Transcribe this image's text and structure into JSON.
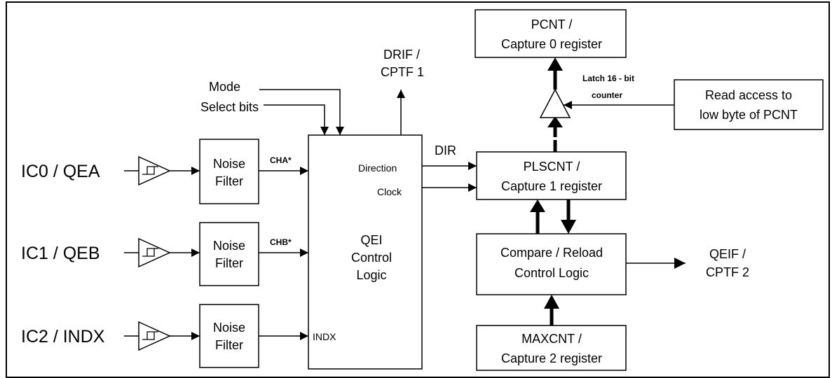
{
  "inputs": {
    "qea": "IC0 / QEA",
    "qeb": "IC1 / QEB",
    "indx": "IC2 / INDX"
  },
  "noise_filter": {
    "line1": "Noise",
    "line2": "Filter"
  },
  "signals": {
    "cha": "CHA*",
    "chb": "CHB*",
    "indx_in": "INDX",
    "direction": "Direction",
    "clock": "Clock",
    "dir": "DIR"
  },
  "mode_select": {
    "line1": "Mode",
    "line2": "Select bits"
  },
  "qei_logic": {
    "line1": "QEI",
    "line2": "Control",
    "line3": "Logic"
  },
  "drif": {
    "line1": "DRIF /",
    "line2": "CPTF 1"
  },
  "pcnt": {
    "line1": "PCNT /",
    "line2": "Capture  0  register"
  },
  "latch": {
    "line1": "Latch  16 - bit",
    "line2": "counter"
  },
  "read_access": {
    "line1": "Read access to",
    "line2": "low byte of PCNT"
  },
  "plscnt": {
    "line1": "PLSCNT /",
    "line2": "Capture  1  register"
  },
  "compare": {
    "line1": "Compare / Reload",
    "line2": "Control Logic"
  },
  "qeif": {
    "line1": "QEIF /",
    "line2": "CPTF 2"
  },
  "maxcnt": {
    "line1": "MAXCNT /",
    "line2": "Capture  2  register"
  }
}
